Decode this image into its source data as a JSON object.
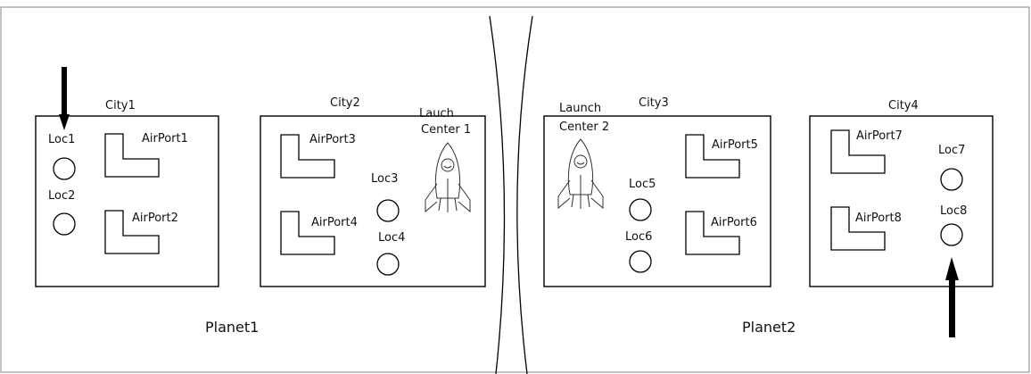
{
  "planets": [
    "Planet1",
    "Planet2"
  ],
  "cities": [
    "City1",
    "City2",
    "City3",
    "City4"
  ],
  "airports": [
    "AirPort1",
    "AirPort2",
    "AirPort3",
    "AirPort4",
    "AirPort5",
    "AirPort6",
    "AirPort7",
    "AirPort8"
  ],
  "locations": [
    "Loc1",
    "Loc2",
    "Loc3",
    "Loc4",
    "Loc5",
    "Loc6",
    "Loc7",
    "Loc8"
  ],
  "launch_centers": [
    {
      "line1": "Lauch",
      "line2": "Center 1"
    },
    {
      "line1": "Launch",
      "line2": "Center 2"
    }
  ],
  "icons": {
    "launch_center": "rocket-icon",
    "start_marker": "arrow-down-icon",
    "goal_marker": "arrow-up-icon"
  }
}
